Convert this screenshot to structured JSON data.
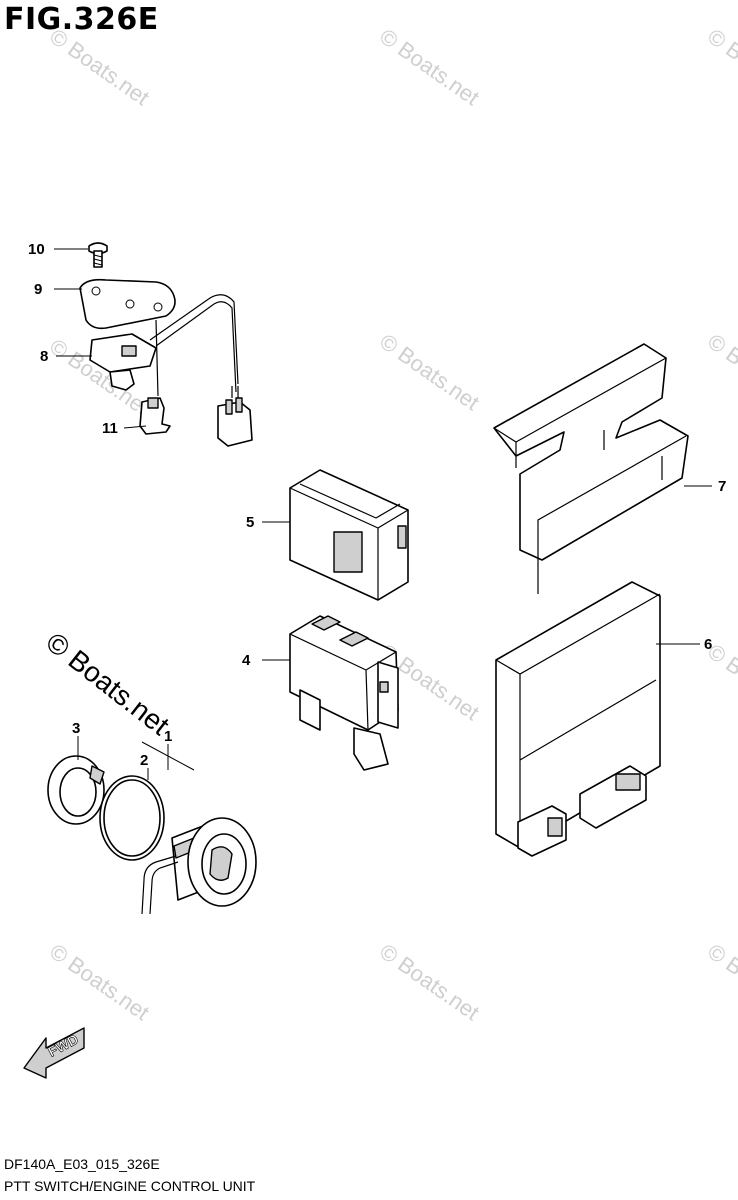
{
  "figure": {
    "title": "FIG.326E",
    "code": "DF140A_E03_015_326E",
    "caption": "PTT SWITCH/ENGINE CONTROL UNIT"
  },
  "callouts": [
    "1",
    "2",
    "3",
    "4",
    "5",
    "6",
    "7",
    "8",
    "9",
    "10",
    "11"
  ],
  "watermark": {
    "text": "© Boats.net",
    "color": "#cfcfcf"
  },
  "fwd_label": "FWD",
  "colors": {
    "line": "#000000",
    "shade": "#cfcfcf",
    "background": "#ffffff"
  }
}
